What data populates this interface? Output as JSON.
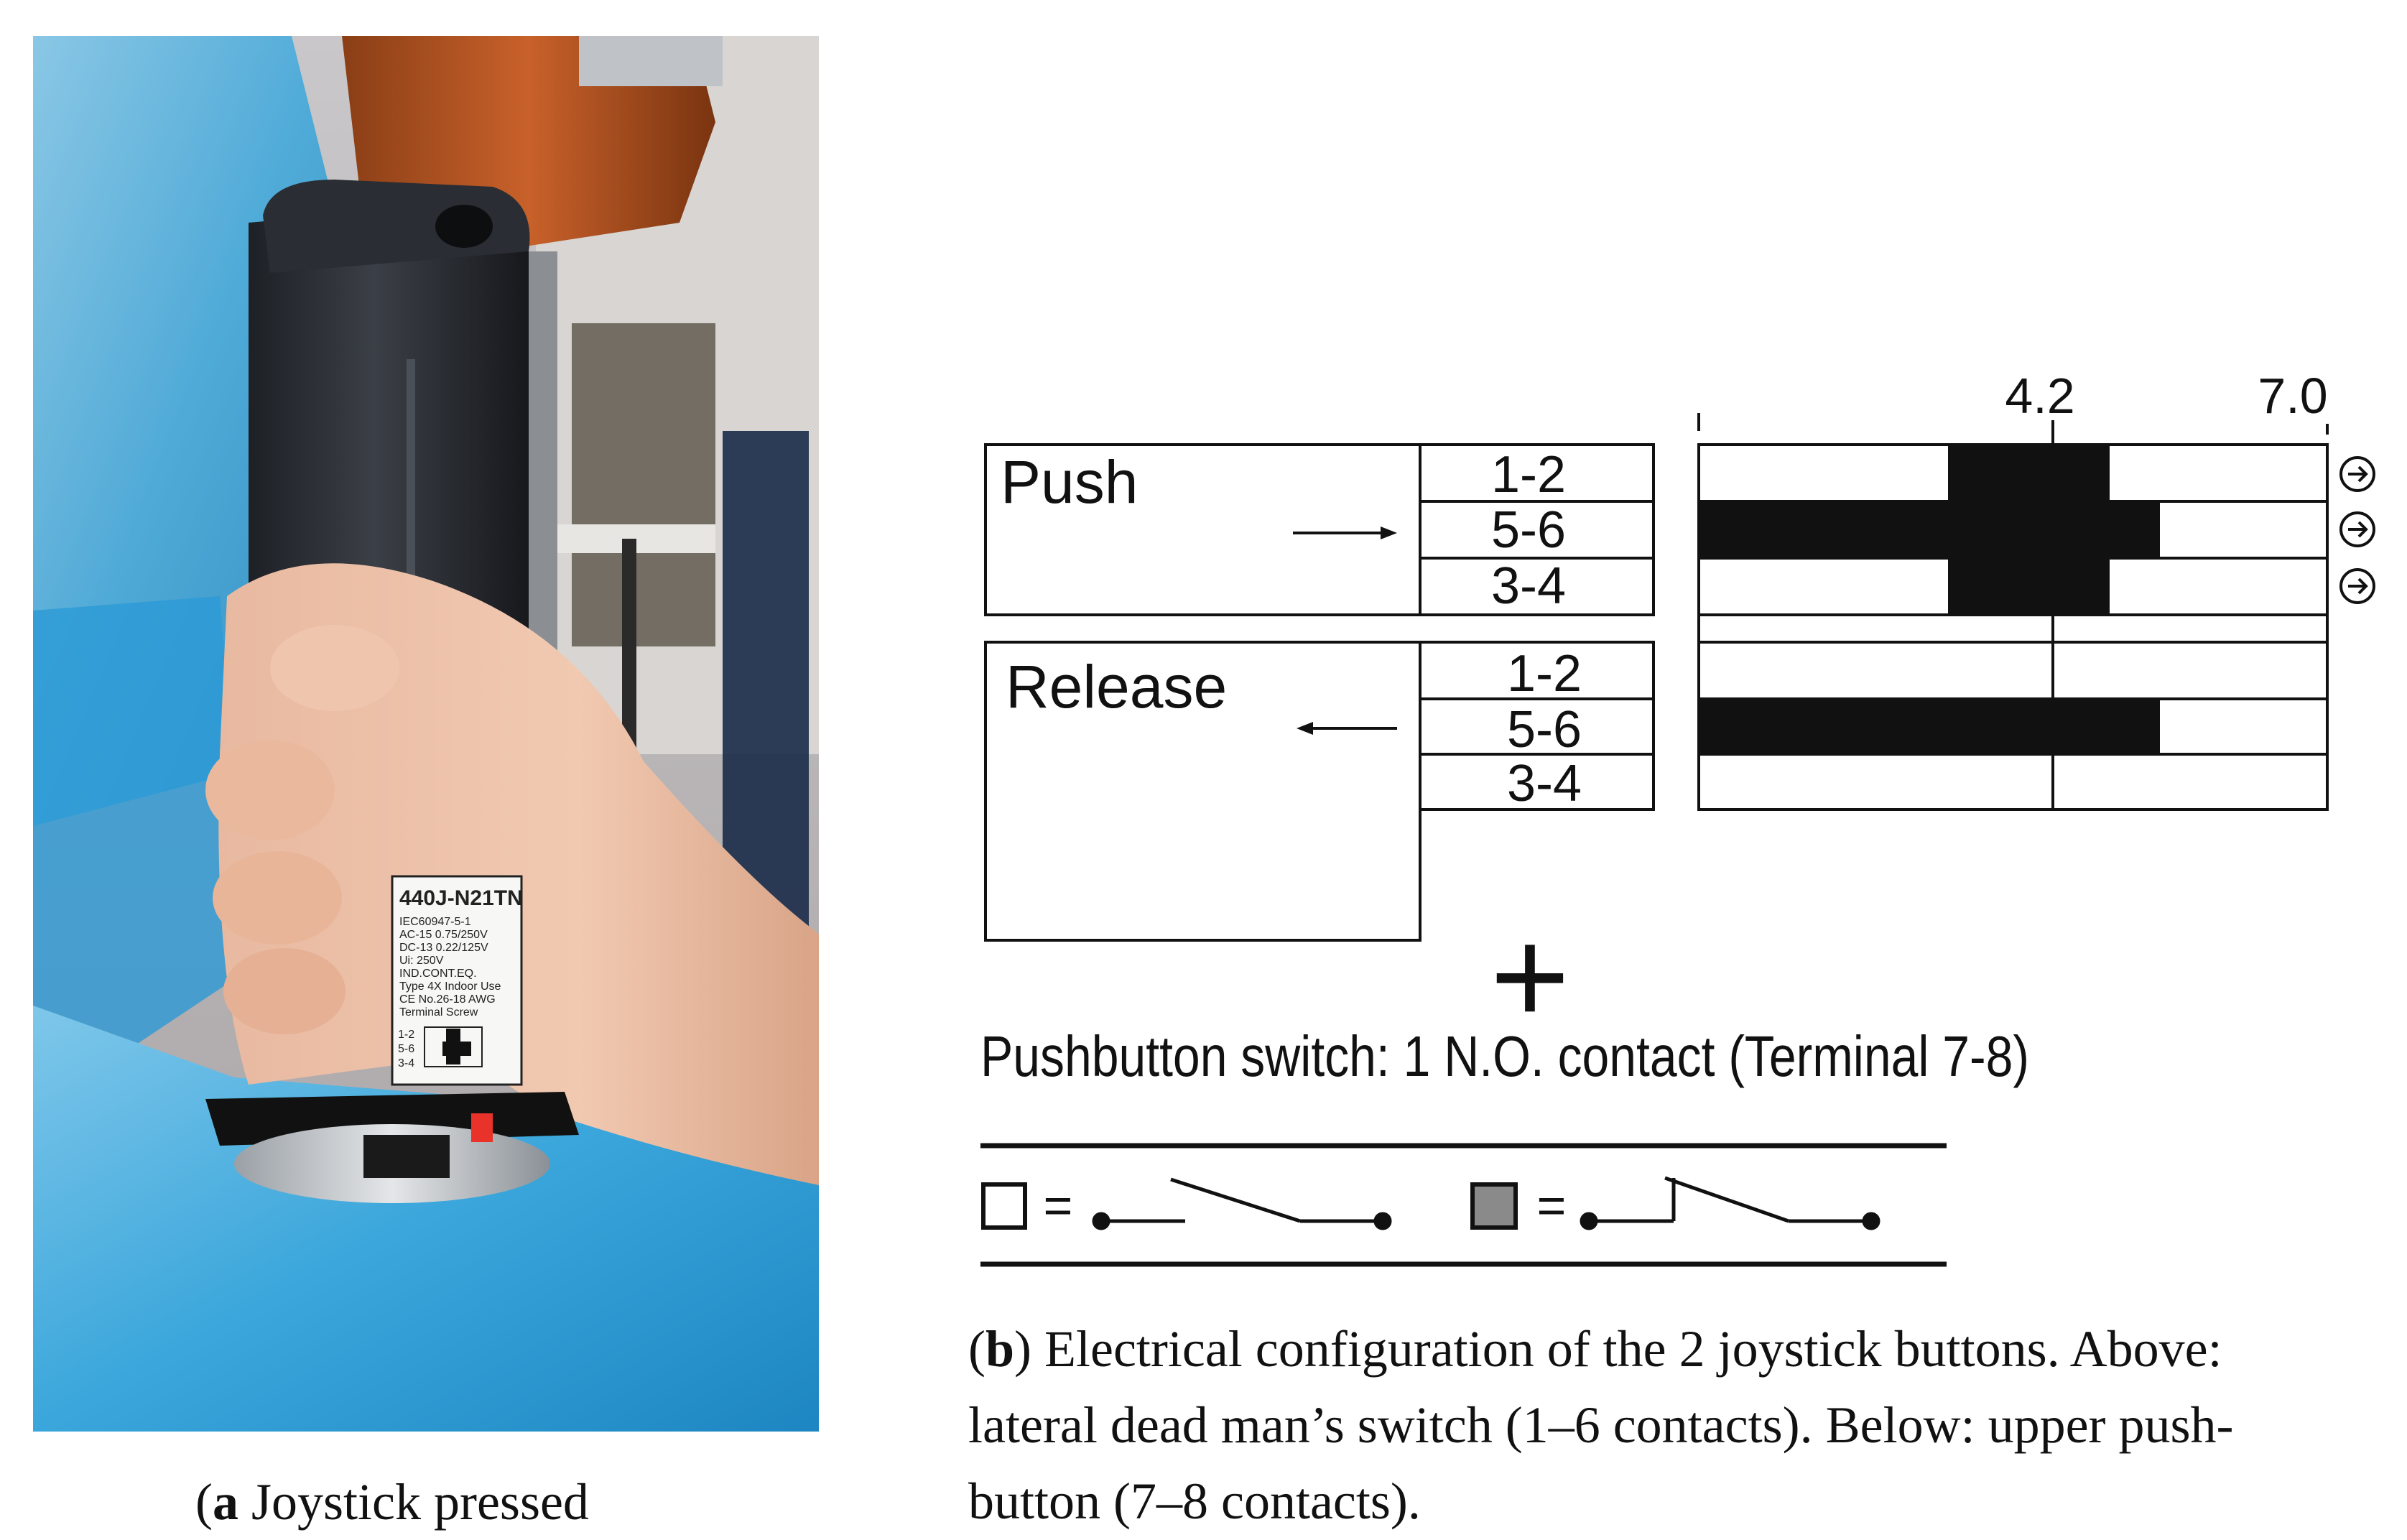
{
  "figure": {
    "panel_a": {
      "caption_letter": "a",
      "caption_text": " Joystick pressed",
      "label_lines": [
        "440J-N21TN",
        "IEC60947-5-1",
        "AC-15 0.75/250V",
        "DC-13 0.22/125V",
        "Ui: 250V",
        "IND.CONT.EQ.",
        "Type 4X Indoor Use",
        "CE No.26-18 AWG",
        "Terminal Screw"
      ],
      "label_contacts": [
        "1-2",
        "5-6",
        "3-4"
      ]
    },
    "panel_b": {
      "caption_letter": "b",
      "caption_lines": [
        ") Electrical configuration of the 2 joystick buttons. Above:",
        "lateral dead man’s switch (1–6 contacts). Below: upper push-",
        "button (7–8 contacts)."
      ],
      "scale_labels": [
        "4.2",
        "7.0"
      ],
      "push": {
        "label": "Push",
        "contacts": [
          "1-2",
          "5-6",
          "3-4"
        ]
      },
      "release": {
        "label": "Release",
        "contacts": [
          "1-2",
          "5-6",
          "3-4"
        ]
      },
      "plus_sign": "+",
      "pushbutton_text": "Pushbutton switch: 1 N.O. contact (Terminal 7-8)",
      "legend": {
        "open_equals": "=",
        "closed_equals": "="
      },
      "colors": {
        "bar": "#111111",
        "closed_box": "#8a8a8a"
      }
    }
  }
}
